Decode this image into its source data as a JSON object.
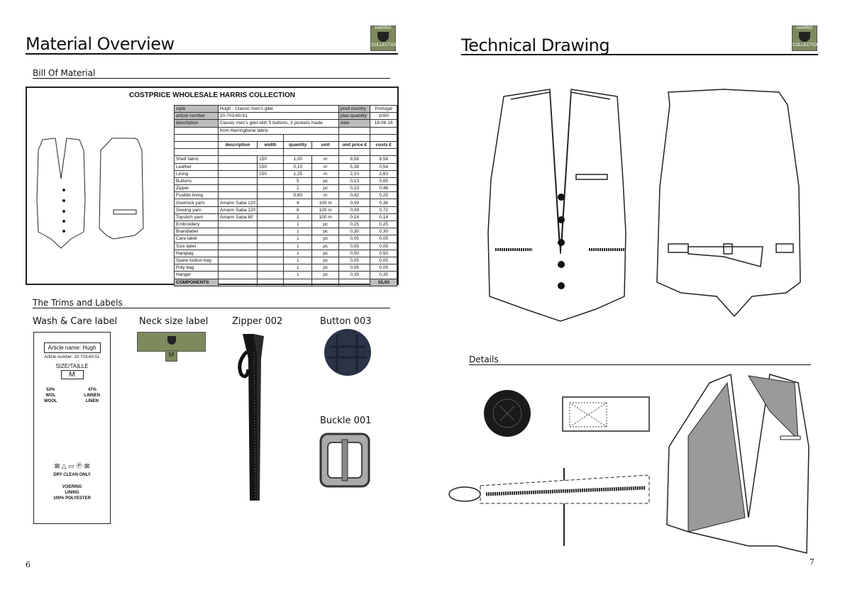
{
  "left_page": {
    "title": "Material Overview",
    "bom_heading": "Bill Of Material",
    "bom": {
      "title": "COSTPRICE WHOLESALE HARRIS COLLECTION",
      "style_label": "style",
      "style": "Hugh - Classic men's gilet",
      "article_label": "article number",
      "article": "20-703-60-51",
      "description_label": "description",
      "description": "Classic men's gilet with 5 buttons, 3 pockets made",
      "description2": "from Herringbone fabric",
      "country_label": "prod country",
      "country": "Portugal",
      "plan_label": "plan quantity",
      "plan": "1000",
      "date_label": "date",
      "date": "18-06-16",
      "headers": [
        "description",
        "width",
        "quantity",
        "unit",
        "unit price €",
        "costs €"
      ],
      "rows": [
        [
          "Shell fabric",
          "",
          "150",
          "1,00",
          "m",
          "8,58",
          "8,58"
        ],
        [
          "Leather",
          "",
          "150",
          "0,10",
          "m",
          "5,38",
          "0,54"
        ],
        [
          "Lining",
          "",
          "150",
          "1,25",
          "m",
          "2,10",
          "2,63"
        ],
        [
          "Buttons",
          "",
          "",
          "5",
          "pc",
          "0,13",
          "0,65"
        ],
        [
          "Zipper",
          "",
          "",
          "2",
          "pc",
          "0,23",
          "0,46"
        ],
        [
          "Fusible lining",
          "",
          "",
          "0,60",
          "m",
          "0,42",
          "0,25"
        ],
        [
          "Overlock yarn",
          "Amann Saba 120",
          "",
          "4",
          "100 m",
          "0,09",
          "0,36"
        ],
        [
          "Sewing yarn",
          "Amann Saba 120",
          "",
          "8",
          "100 m",
          "0,09",
          "0,72"
        ],
        [
          "Topstich yarn",
          "Amann Saba 80",
          "",
          "1",
          "100 m",
          "0,14",
          "0,14"
        ],
        [
          "Embroidery",
          "",
          "",
          "1",
          "pc",
          "0,25",
          "0,25"
        ],
        [
          "Brandlabel",
          "",
          "",
          "1",
          "pc",
          "0,30",
          "0,30"
        ],
        [
          "Care label",
          "",
          "",
          "1",
          "pc",
          "0,05",
          "0,05"
        ],
        [
          "Size label",
          "",
          "",
          "1",
          "pc",
          "0,05",
          "0,05"
        ],
        [
          "Hangtag",
          "",
          "",
          "1",
          "pc",
          "0,50",
          "0,50"
        ],
        [
          "Spare button bag",
          "",
          "",
          "1",
          "pc",
          "0,05",
          "0,05"
        ],
        [
          "Poly bag",
          "",
          "",
          "1",
          "pc",
          "0,05",
          "0,05"
        ],
        [
          "Hanger",
          "",
          "",
          "1",
          "pc",
          "0,35",
          "0,35"
        ]
      ],
      "total_label": "COMPONENTS",
      "total": "15,93"
    },
    "trims_heading": "The Trims and Labels",
    "trims": {
      "wash_care": "Wash & Care label",
      "neck": "Neck size label",
      "zipper": "Zipper 002",
      "button": "Button 003",
      "buckle": "Buckle 001"
    },
    "care_label": {
      "article_name": "Article name: Hugh",
      "article_number": "Article number: 20-703-60-51",
      "size_title": "SIZE/TAILLE",
      "size": "M",
      "pct1": "53%",
      "pct2": "47%",
      "wol": "WOL",
      "linnen": "LINNEN",
      "wool": "WOOL",
      "linen": "LINEN",
      "care_symbols": "⊠ △ ▭ Ⓟ ⊠",
      "dry": "DRY CLEAN ONLY",
      "voering": "VOERING",
      "lining": "LINING",
      "poly": "100% POLYESTER"
    },
    "neck_label_size": "M",
    "page_number": "6"
  },
  "logo": {
    "top": "HARRIS",
    "bottom": "COLLECTION"
  },
  "right_page": {
    "title": "Technical Drawing",
    "details_heading": "Details",
    "page_number": "7"
  }
}
